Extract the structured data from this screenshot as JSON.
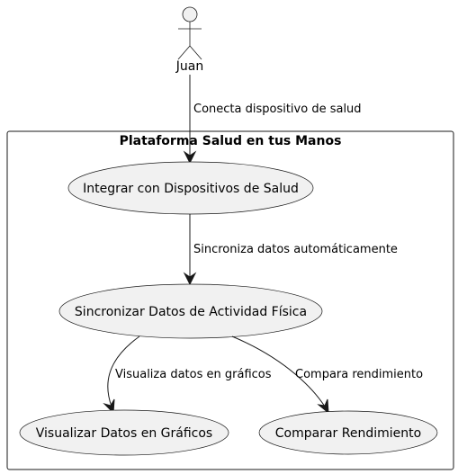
{
  "system": {
    "title": "Plataforma Salud en tus Manos"
  },
  "actor": {
    "name": "Juan"
  },
  "usecases": {
    "integrar": "Integrar con Dispositivos de Salud",
    "sincronizar": "Sincronizar Datos de Actividad Física",
    "visualizar": "Visualizar Datos en Gráficos",
    "comparar": "Comparar Rendimiento"
  },
  "edges": {
    "juan_integrar": "Conecta dispositivo de salud",
    "integrar_sincronizar": "Sincroniza datos automáticamente",
    "sincronizar_visualizar": "Visualiza datos en gráficos",
    "sincronizar_comparar": "Compara rendimiento"
  },
  "colors": {
    "shape_fill": "#f1f1f1",
    "stroke": "#181818",
    "background": "#ffffff"
  }
}
